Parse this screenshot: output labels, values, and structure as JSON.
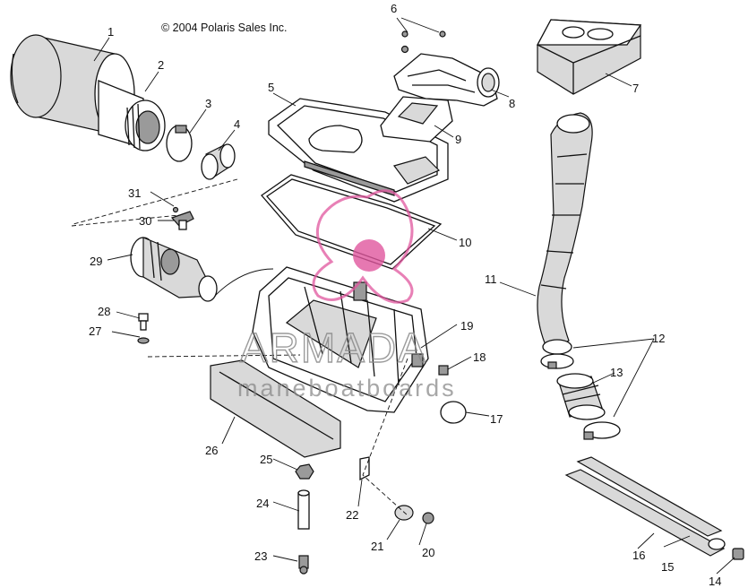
{
  "copyright": "© 2004 Polaris Sales Inc.",
  "watermark": {
    "main": "ARMADA",
    "sub": "maneboatboards",
    "accent_color": "#e0569d",
    "text_color": "#8a8a8a"
  },
  "callouts": {
    "c1": "1",
    "c2": "2",
    "c3": "3",
    "c4": "4",
    "c5": "5",
    "c6": "6",
    "c7": "7",
    "c8": "8",
    "c9": "9",
    "c10": "10",
    "c11": "11",
    "c12": "12",
    "c13": "13",
    "c14": "14",
    "c15": "15",
    "c16": "16",
    "c17": "17",
    "c18": "18",
    "c19": "19",
    "c20": "20",
    "c21": "21",
    "c22": "22",
    "c23": "23",
    "c24": "24",
    "c25": "25",
    "c26": "26",
    "c27": "27",
    "c28": "28",
    "c29": "29",
    "c30": "30",
    "c31": "31"
  }
}
